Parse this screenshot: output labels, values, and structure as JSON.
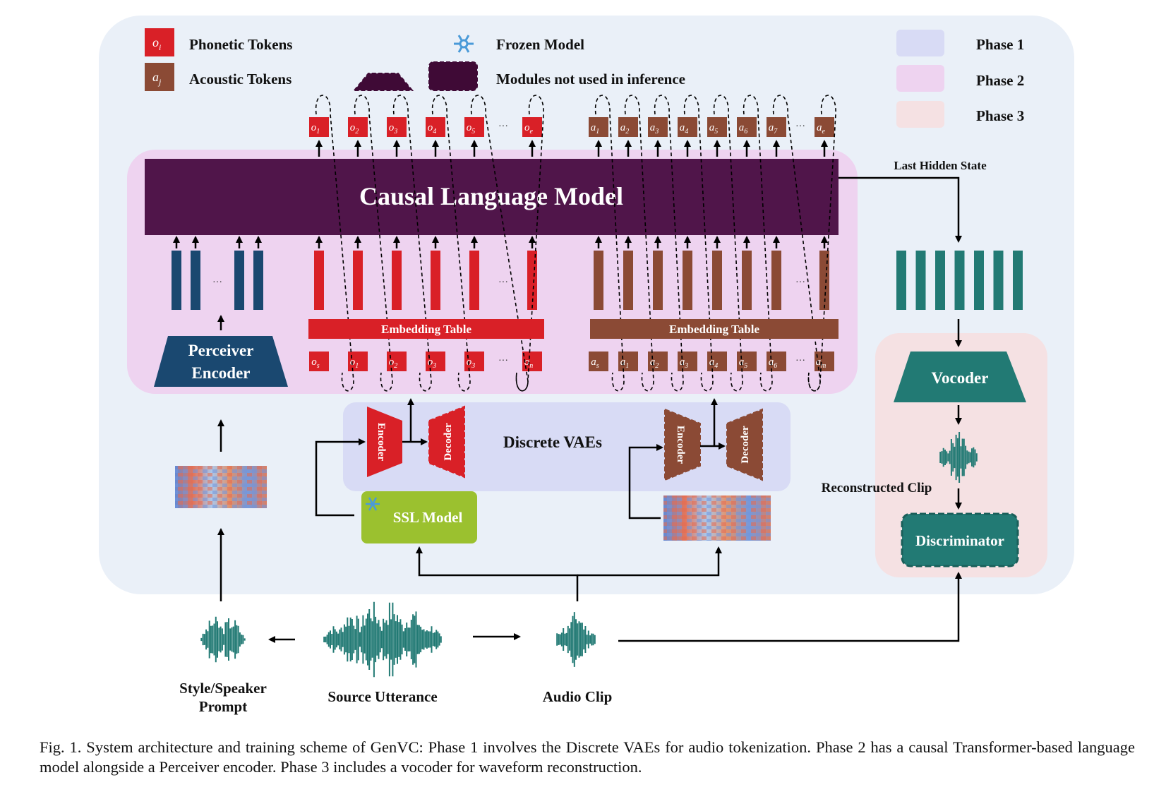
{
  "legend": {
    "phonetic_tokens": "Phonetic Tokens",
    "phonetic_symbol": "o",
    "phonetic_sub": "i",
    "acoustic_tokens": "Acoustic Tokens",
    "acoustic_symbol": "a",
    "acoustic_sub": "j",
    "frozen_model": "Frozen Model",
    "not_in_inference": "Modules not used in inference",
    "phase1": "Phase 1",
    "phase2": "Phase 2",
    "phase3": "Phase 3"
  },
  "colors": {
    "phonetic": "#d92027",
    "acoustic": "#8b4a35",
    "clm": "#50154a",
    "perceiver": "#1a4870",
    "teal": "#227a74",
    "ssl": "#9bc12f",
    "phase_bg": "#eaf0f8",
    "phase1": "#d8dbf5",
    "phase2": "#eed3f0",
    "phase3": "#f5e1e3"
  },
  "top_phonetic_tokens": [
    {
      "base": "o",
      "sub": "1"
    },
    {
      "base": "o",
      "sub": "2"
    },
    {
      "base": "o",
      "sub": "3"
    },
    {
      "base": "o",
      "sub": "4"
    },
    {
      "base": "o",
      "sub": "5"
    },
    {
      "base": "o",
      "sub": "e"
    }
  ],
  "top_acoustic_tokens": [
    {
      "base": "a",
      "sub": "1"
    },
    {
      "base": "a",
      "sub": "2"
    },
    {
      "base": "a",
      "sub": "3"
    },
    {
      "base": "a",
      "sub": "4"
    },
    {
      "base": "a",
      "sub": "5"
    },
    {
      "base": "a",
      "sub": "6"
    },
    {
      "base": "a",
      "sub": "7"
    },
    {
      "base": "a",
      "sub": "e"
    }
  ],
  "bottom_phonetic_tokens": [
    {
      "base": "o",
      "sub": "s"
    },
    {
      "base": "o",
      "sub": "1"
    },
    {
      "base": "o",
      "sub": "2"
    },
    {
      "base": "o",
      "sub": "3"
    },
    {
      "base": "o",
      "sub": "3"
    },
    {
      "base": "o",
      "sub": "n"
    }
  ],
  "bottom_acoustic_tokens": [
    {
      "base": "a",
      "sub": "s"
    },
    {
      "base": "a",
      "sub": "1"
    },
    {
      "base": "a",
      "sub": "2"
    },
    {
      "base": "a",
      "sub": "3"
    },
    {
      "base": "a",
      "sub": "4"
    },
    {
      "base": "a",
      "sub": "5"
    },
    {
      "base": "a",
      "sub": "6"
    },
    {
      "base": "a",
      "sub": "m"
    }
  ],
  "ellipsis": "···",
  "clm_label": "Causal Language Model",
  "last_hidden_state": "Last Hidden State",
  "embedding_table_phonetic": "Embedding Table",
  "embedding_table_acoustic": "Embedding Table",
  "perceiver_encoder_line1": "Perceiver",
  "perceiver_encoder_line2": "Encoder",
  "discrete_vaes": "Discrete VAEs",
  "encoder_label": "Encoder",
  "decoder_label": "Decoder",
  "ssl_model": "SSL Model",
  "vocoder": "Vocoder",
  "reconstructed_clip": "Reconstructed Clip",
  "discriminator": "Discriminator",
  "style_prompt_line1": "Style/Speaker",
  "style_prompt_line2": "Prompt",
  "source_utterance": "Source Utterance",
  "audio_clip": "Audio Clip",
  "caption": "Fig. 1.  System architecture and training scheme of GenVC: Phase 1 involves the Discrete VAEs for audio tokenization. Phase 2 has a causal Transformer-based language model alongside a Perceiver encoder. Phase 3 includes a vocoder for waveform reconstruction."
}
